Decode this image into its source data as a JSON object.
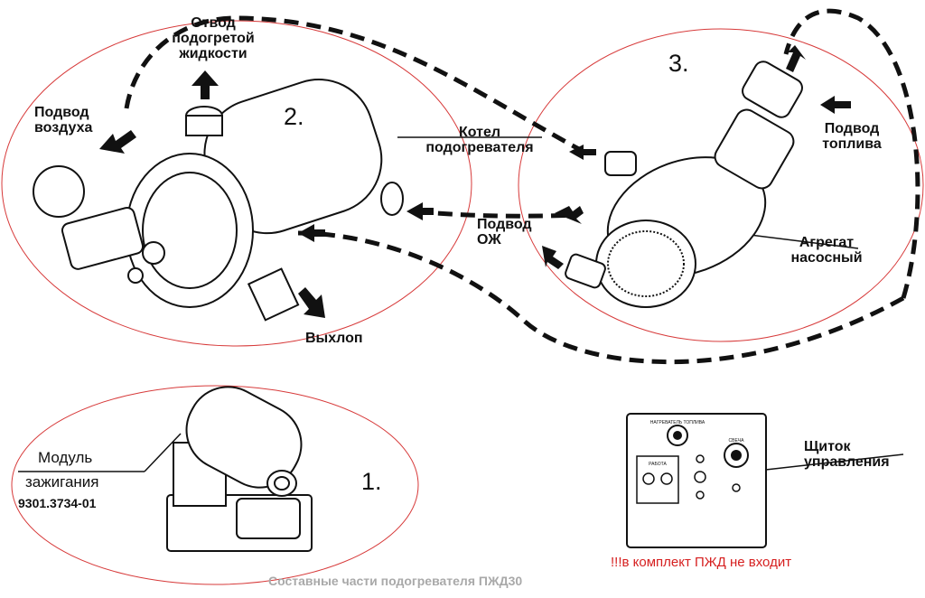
{
  "labels": {
    "otvod": "Отвод\nподогретой\nжидкости",
    "podvod_vozduha": "Подвод\nвоздуха",
    "kotel": "Котел\nподогревателя",
    "podvod_ozh": "Подвод\nОЖ",
    "vyhlop": "Выхлоп",
    "podvod_topliva": "Подвод\nтоплива",
    "agregat": "Агрегат\nнасосный",
    "modul": "Модуль",
    "zazhiganiya": "зажигания",
    "modul_code": "9301.3734-01",
    "shchitok": "Щиток\nуправления",
    "panel_top": "НАГРЕВАТЕЛЬ ТОПЛИВА",
    "panel_svecha": "СВЕЧА",
    "panel_rabota": "РАБОТА"
  },
  "numbers": {
    "one": "1.",
    "two": "2.",
    "three": "3."
  },
  "caption": "Составные части подогревателя ПЖД30",
  "note": "!!!в комплект ПЖД не входит",
  "colors": {
    "outline": "#d73a3a",
    "line": "#111111",
    "caption": "#a9a9a9",
    "note": "#d62020"
  }
}
